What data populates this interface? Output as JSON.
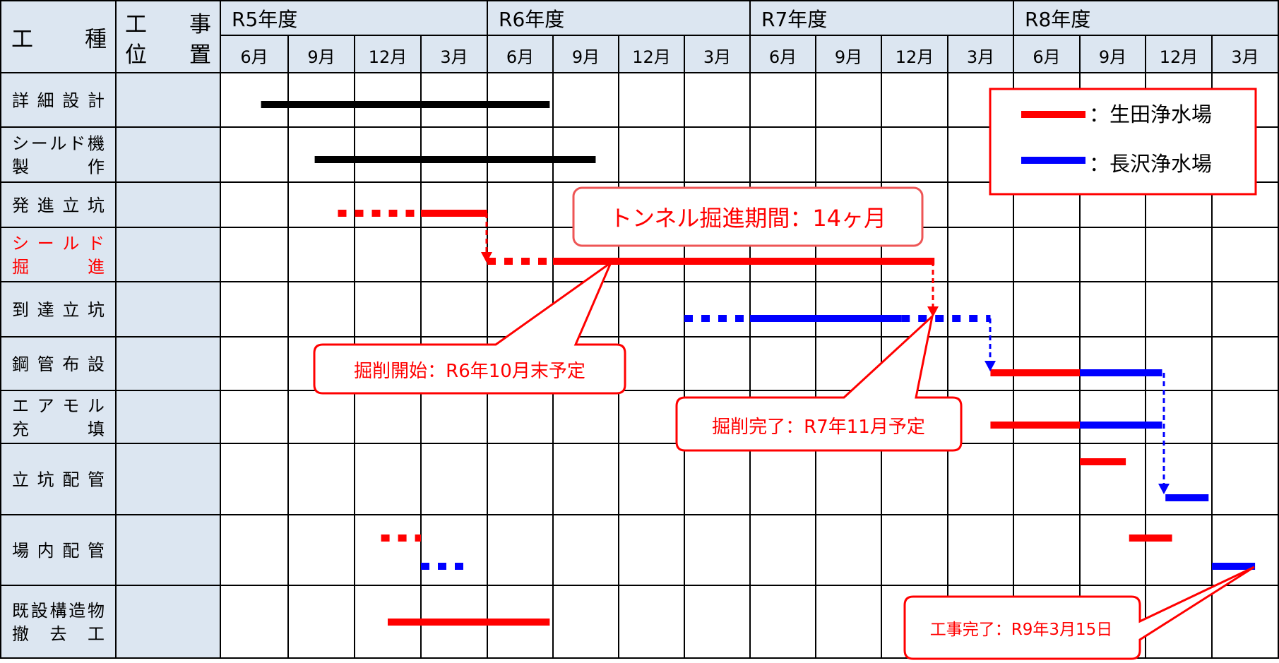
{
  "header": {
    "type_label_1": "工",
    "type_label_2": "種",
    "location_label_1": "工",
    "location_label_2": "事",
    "location_label_3": "位",
    "location_label_4": "置"
  },
  "fiscal_years": [
    "R5年度",
    "R6年度",
    "R7年度",
    "R8年度"
  ],
  "months": [
    "6月",
    "9月",
    "12月",
    "3月",
    "6月",
    "9月",
    "12月",
    "3月",
    "6月",
    "9月",
    "12月",
    "3月",
    "6月",
    "9月",
    "12月",
    "3月"
  ],
  "rows": [
    {
      "lines": [
        "詳細設計"
      ],
      "highlight": false
    },
    {
      "lines": [
        "シールド機",
        "製作"
      ],
      "highlight": false
    },
    {
      "lines": [
        "発進立坑"
      ],
      "highlight": false
    },
    {
      "lines": [
        "シールド",
        "掘進"
      ],
      "highlight": true
    },
    {
      "lines": [
        "到達立坑"
      ],
      "highlight": false
    },
    {
      "lines": [
        "鋼管布設"
      ],
      "highlight": false
    },
    {
      "lines": [
        "エアモル",
        "充填"
      ],
      "highlight": false
    },
    {
      "lines": [
        "立坑配管"
      ],
      "highlight": false
    },
    {
      "lines": [
        "場内配管"
      ],
      "highlight": false
    },
    {
      "lines": [
        "既設構造物",
        "撤去工"
      ],
      "highlight": false
    }
  ],
  "legend": {
    "ikuta": "：生田浄水場",
    "nagasawa": "：長沢浄水場"
  },
  "callouts": {
    "tunnel_period": "トンネル掘進期間：14ヶ月",
    "excavation_start": "掘削開始：R6年10月末予定",
    "excavation_end": "掘削完了：R7年11月予定",
    "completion": "工事完了：R9年3月15日"
  },
  "colors": {
    "ikuta": "#ff0000",
    "nagasawa": "#0000ff",
    "design": "#000000",
    "header_bg": "#dce6f1",
    "grid": "#000000"
  },
  "bars": [
    {
      "row": 0,
      "color": "design",
      "style": "solid",
      "start": 0.6,
      "end": 4.95
    },
    {
      "row": 1,
      "color": "design",
      "style": "solid",
      "start": 1.4,
      "end": 5.65
    },
    {
      "row": 2,
      "color": "ikuta",
      "style": "dotted",
      "start": 1.75,
      "end": 3.0
    },
    {
      "row": 2,
      "color": "ikuta",
      "style": "solid",
      "start": 3.0,
      "end": 4.0
    },
    {
      "row": 3,
      "color": "ikuta",
      "style": "dotted",
      "start": 4.0,
      "end": 5.0
    },
    {
      "row": 3,
      "color": "ikuta",
      "style": "solid",
      "start": 5.0,
      "end": 10.8
    },
    {
      "row": 4,
      "color": "nagasawa",
      "style": "dotted",
      "start": 7.0,
      "end": 8.0
    },
    {
      "row": 4,
      "color": "nagasawa",
      "style": "solid",
      "start": 8.0,
      "end": 10.3
    },
    {
      "row": 4,
      "color": "nagasawa",
      "style": "dotted",
      "start": 10.3,
      "end": 11.65
    },
    {
      "row": 5,
      "color": "ikuta",
      "style": "solid",
      "start": 11.65,
      "end": 13.0
    },
    {
      "row": 5,
      "color": "nagasawa",
      "style": "solid",
      "start": 13.0,
      "end": 14.25
    },
    {
      "row": 6,
      "color": "ikuta",
      "style": "solid",
      "start": 11.65,
      "end": 13.0
    },
    {
      "row": 6,
      "color": "nagasawa",
      "style": "solid",
      "start": 13.0,
      "end": 14.25
    },
    {
      "row": 7,
      "color": "ikuta",
      "style": "solid",
      "start": 13.0,
      "end": 13.7
    },
    {
      "row": 7,
      "color": "nagasawa",
      "style": "solid",
      "start": 14.3,
      "end": 14.95
    },
    {
      "row": 8,
      "color": "ikuta",
      "style": "dotted",
      "start": 2.4,
      "end": 3.0
    },
    {
      "row": 8,
      "color": "nagasawa",
      "style": "dotted",
      "start": 3.0,
      "end": 3.65
    },
    {
      "row": 8,
      "color": "ikuta",
      "style": "solid",
      "start": 13.75,
      "end": 14.4
    },
    {
      "row": 8,
      "color": "nagasawa",
      "style": "solid",
      "start": 15.0,
      "end": 15.65
    },
    {
      "row": 9,
      "color": "ikuta",
      "style": "solid",
      "start": 2.5,
      "end": 4.95
    }
  ]
}
